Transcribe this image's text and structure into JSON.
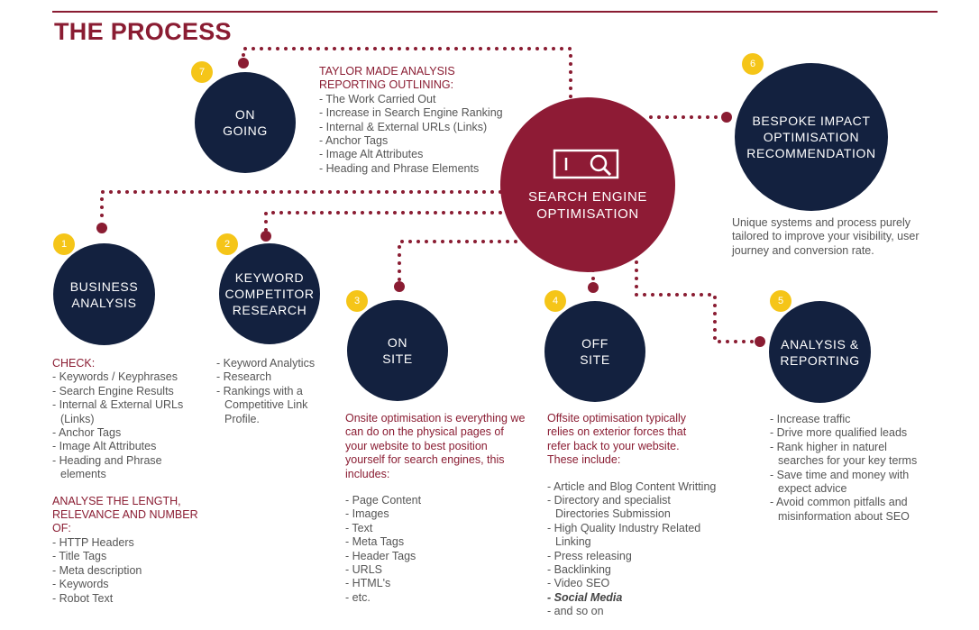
{
  "page": {
    "title": "THE PROCESS"
  },
  "colors": {
    "brand": "#8a1c32",
    "main_circle": "#8e1b35",
    "circle": "#13213f",
    "badge": "#f5c518",
    "text": "#555555"
  },
  "center": {
    "label": "SEARCH ENGINE\nOPTIMISATION",
    "icon": "search-bar-icon"
  },
  "ongoing": {
    "badge": "7",
    "label": "ON\nGOING",
    "heading": "TAYLOR MADE ANALYSIS\nREPORTING OUTLINING:",
    "items": [
      "The Work Carried Out",
      "Increase in Search Engine Ranking",
      "Internal & External URLs (Links)",
      "Anchor Tags",
      "Image Alt Attributes",
      "Heading and Phrase Elements"
    ]
  },
  "bespoke": {
    "badge": "6",
    "label": "BESPOKE IMPACT\nOPTIMISATION\nRECOMMENDATION",
    "description": "Unique systems and process purely tailored to improve your visibility, user journey and conversion rate."
  },
  "business": {
    "badge": "1",
    "label": "BUSINESS\nANALYSIS",
    "check_heading": "CHECK:",
    "check_items": [
      "Keywords / Keyphrases",
      "Search Engine Results",
      "Internal & External URLs (Links)",
      "Anchor Tags",
      "Image Alt Attributes",
      "Heading and Phrase elements"
    ],
    "analyse_heading": "ANALYSE THE LENGTH,\nRELEVANCE AND NUMBER OF:",
    "analyse_items": [
      "HTTP Headers",
      "Title Tags",
      "Meta description",
      "Keywords",
      "Robot Text"
    ]
  },
  "keyword": {
    "badge": "2",
    "label": "KEYWORD\nCOMPETITOR\nRESEARCH",
    "items": [
      "Keyword Analytics",
      "Research",
      "Rankings with a Competitive Link Profile."
    ]
  },
  "onsite": {
    "badge": "3",
    "label": "ON\nSITE",
    "description": "Onsite optimisation is everything we can do on the physical pages of your website to best position yourself  for search engines, this includes:",
    "items": [
      "Page Content",
      "Images",
      "Text",
      "Meta Tags",
      "Header Tags",
      "URLS",
      "HTML's",
      "etc."
    ]
  },
  "offsite": {
    "badge": "4",
    "label": "OFF\nSITE",
    "description": "Offsite optimisation typically relies on exterior forces that refer back to your website. These include:",
    "items": [
      "Article and Blog Content Writting",
      "Directory and specialist Directories Submission",
      "High Quality Industry Related Linking",
      "Press releasing",
      "Backlinking",
      "Video SEO",
      "Social Media",
      "and so on"
    ]
  },
  "reporting": {
    "badge": "5",
    "label": "ANALYSIS &\nREPORTING",
    "items": [
      "Increase traffic",
      "Drive more qualified leads",
      "Rank higher in naturel searches for your key terms",
      "Save time and money with expect advice",
      "Avoid common pitfalls and misinformation about SEO"
    ]
  }
}
